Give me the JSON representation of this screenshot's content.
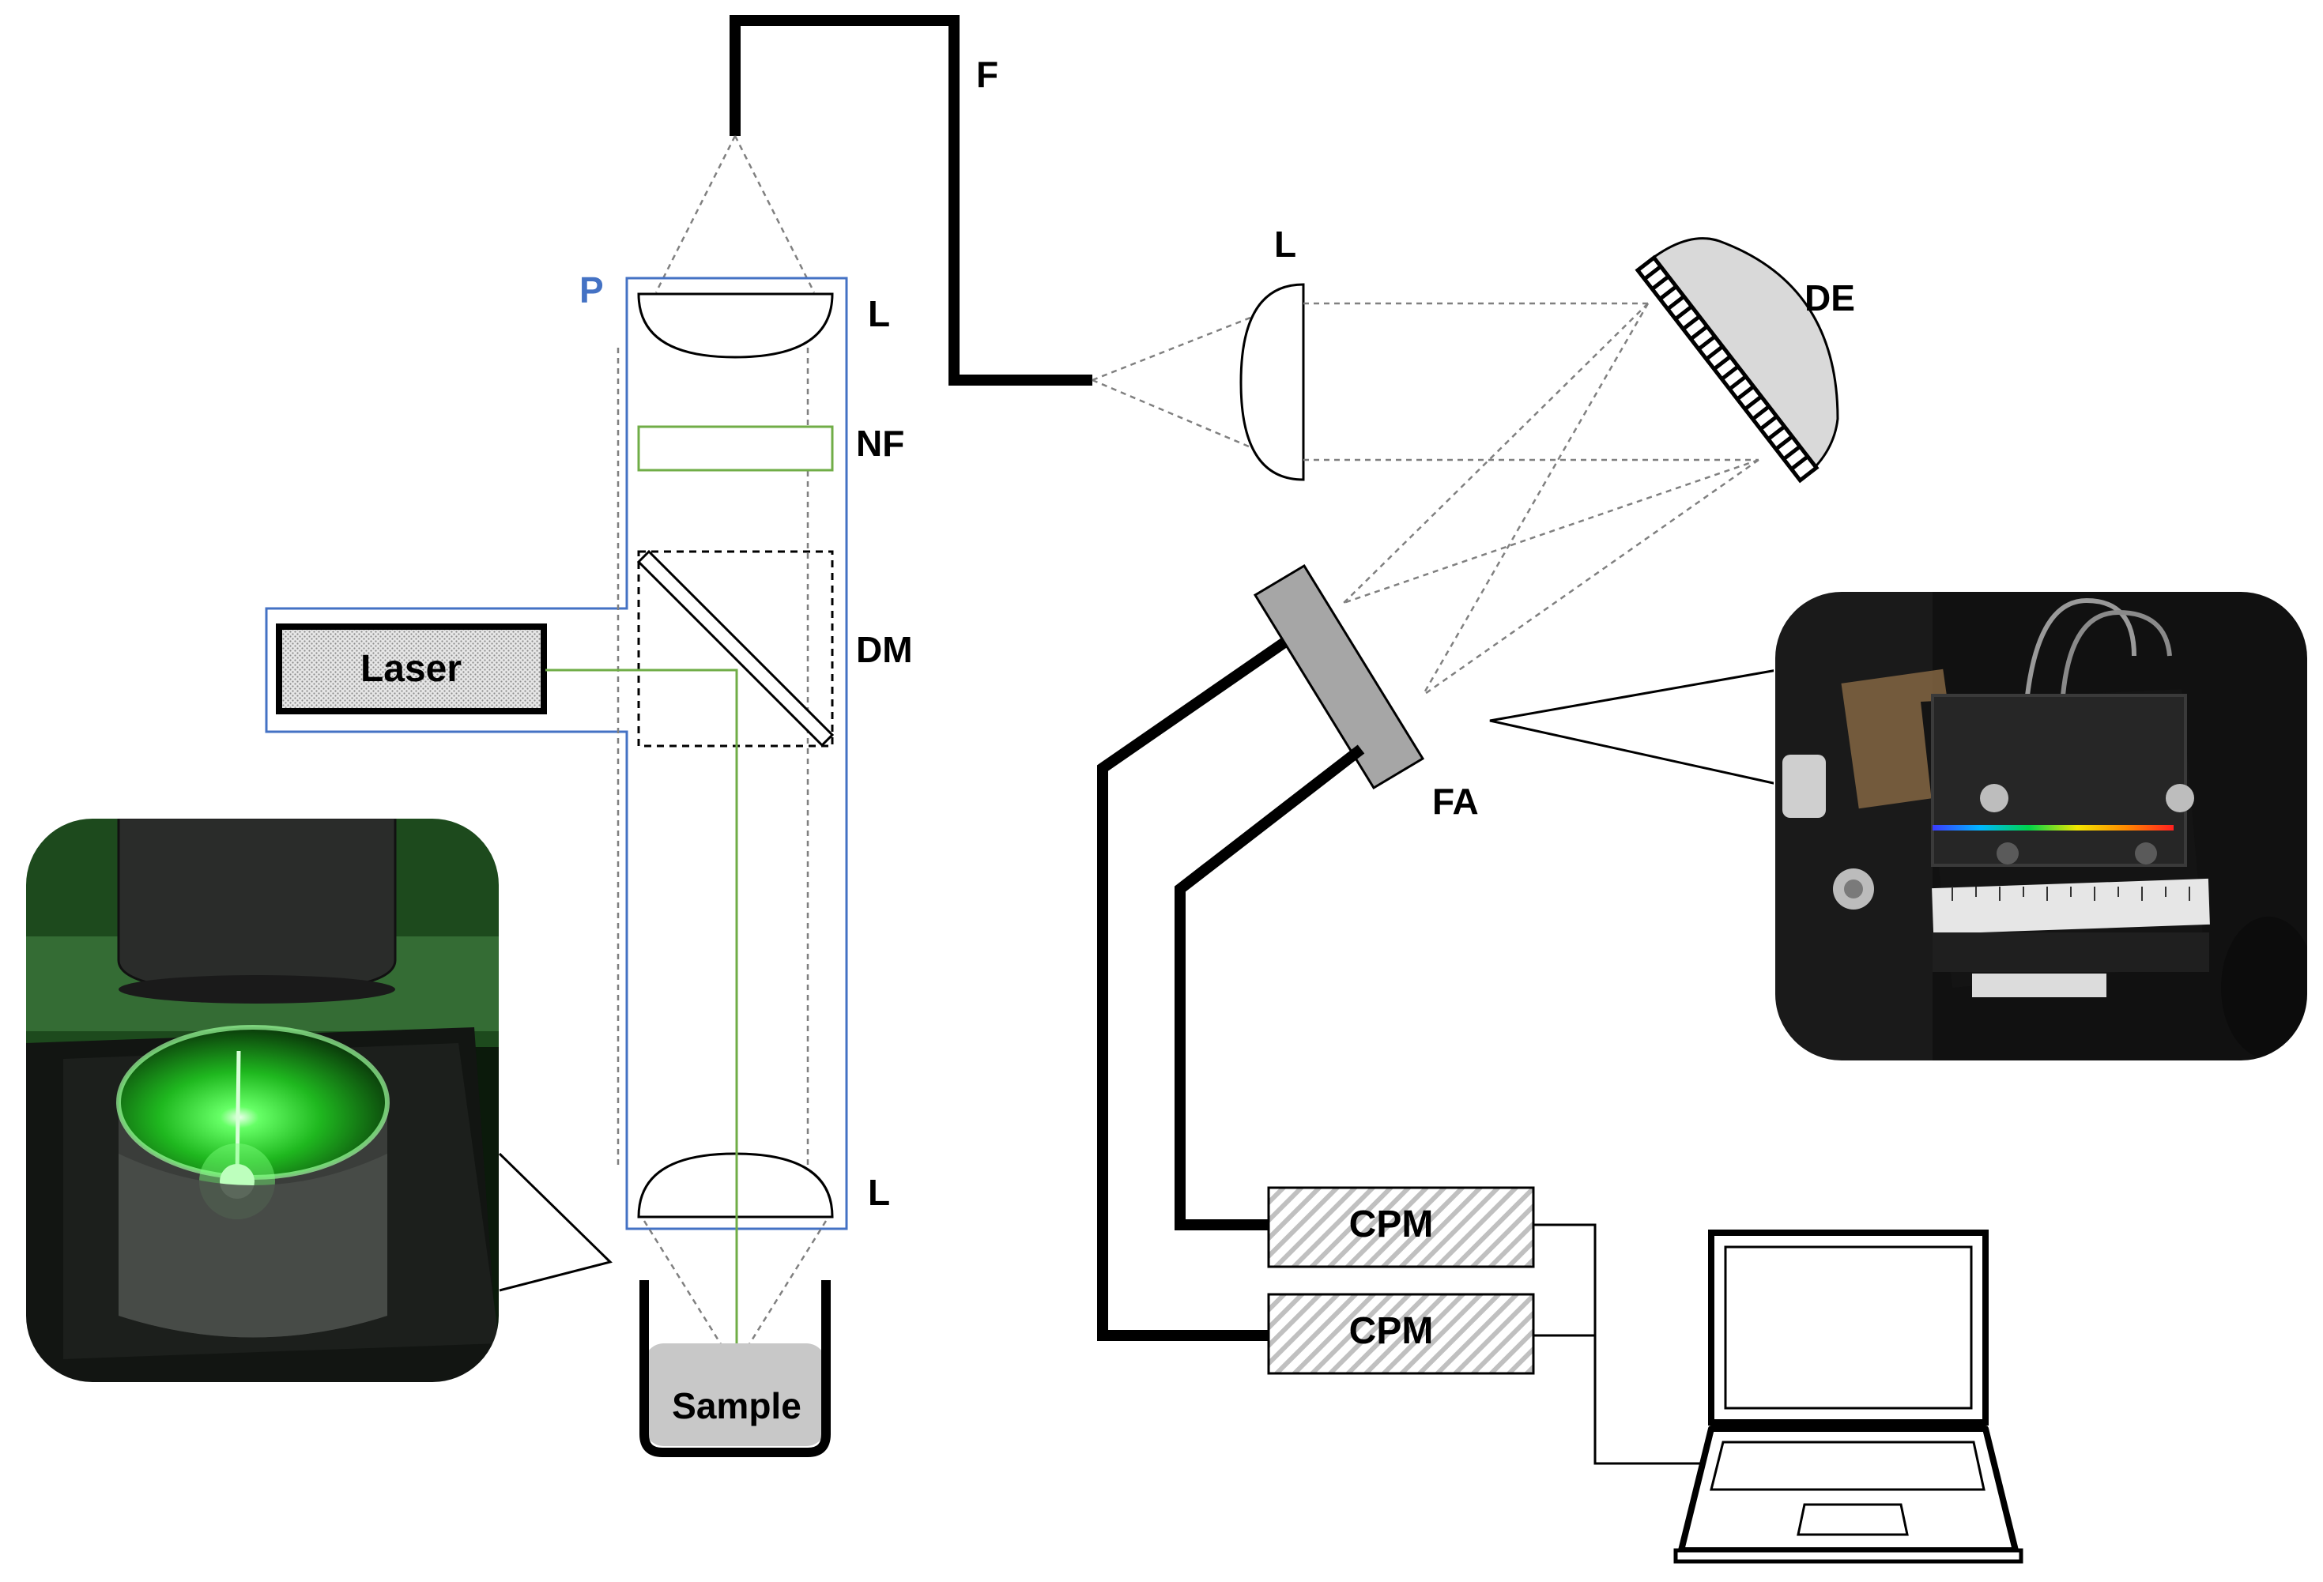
{
  "labels": {
    "fiber": "F",
    "probe": "P",
    "lens_top": "L",
    "notch_filter": "NF",
    "dichroic_mirror": "DM",
    "lens_bottom": "L",
    "lens_spectrometer": "L",
    "diffraction_element": "DE",
    "fiber_array": "FA",
    "laser": "Laser",
    "sample": "Sample",
    "cpm_top": "CPM",
    "cpm_bottom": "CPM"
  },
  "colors": {
    "probe_outline": "#4472c4",
    "probe_label": "#4472c4",
    "laser_beam": "#70ad47",
    "notch_filter": "#70ad47",
    "laser_green_photo": "#2fe02f",
    "spectrum": [
      "#3b3bff",
      "#00b7ff",
      "#00d44a",
      "#f2e600",
      "#ff8a00",
      "#ff2020"
    ],
    "sample_fill": "#c8c8c8",
    "grating_fill": "#d9d9d9",
    "fiber_array_fill": "#a6a6a6"
  },
  "icons": {
    "computer": "laptop-icon",
    "photo_sample": "sample-photo",
    "photo_fiber_array": "fiber-array-photo"
  }
}
